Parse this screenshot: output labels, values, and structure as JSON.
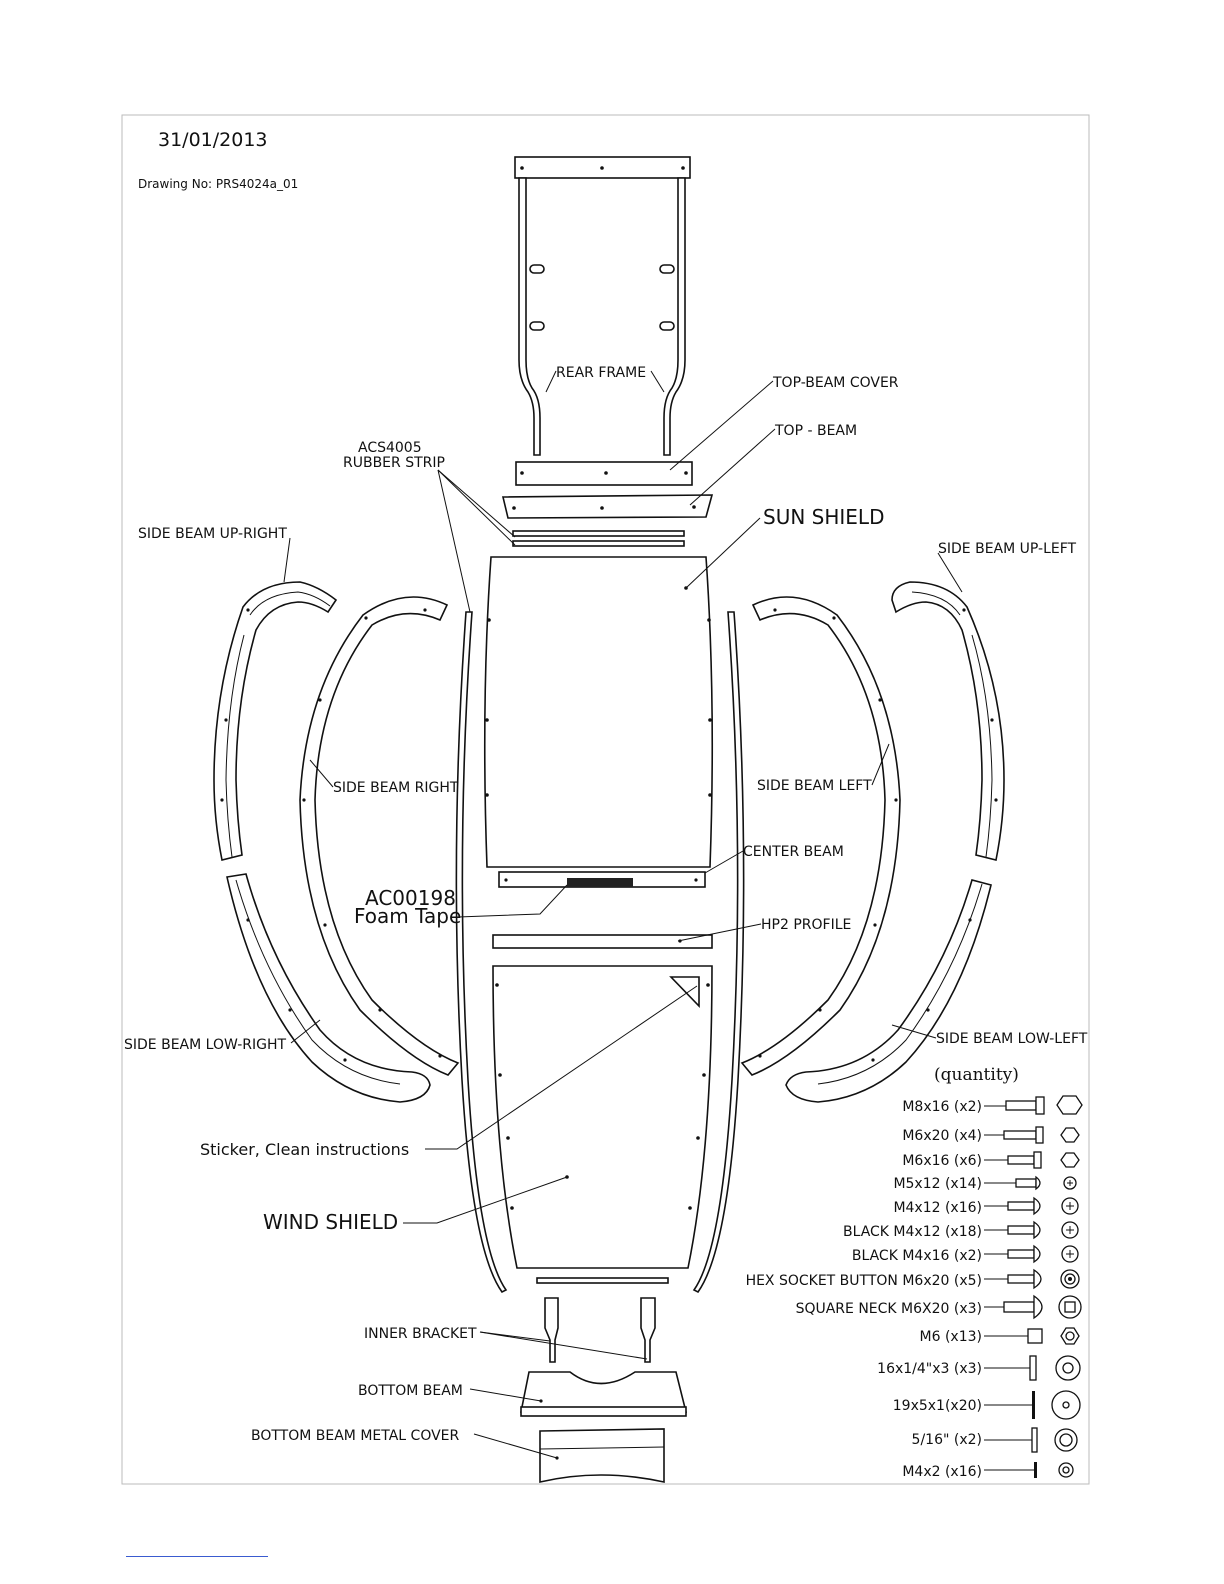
{
  "header": {
    "date": "31/01/2013",
    "drawing_no": "Drawing No: PRS4024a_01"
  },
  "labels": {
    "rear_frame": "REAR FRAME",
    "top_beam_cover": "TOP-BEAM COVER",
    "top_beam": "TOP - BEAM",
    "rubber_strip_code": "ACS4005",
    "rubber_strip": "RUBBER STRIP",
    "sun_shield": "SUN SHIELD",
    "side_beam_up_right": "SIDE BEAM UP-RIGHT",
    "side_beam_up_left": "SIDE BEAM UP-LEFT",
    "side_beam_right": "SIDE BEAM RIGHT",
    "side_beam_left": "SIDE BEAM LEFT",
    "center_beam": "CENTER BEAM",
    "foam_tape_code": "AC00198",
    "foam_tape": "Foam Tape",
    "hp2_profile": "HP2 PROFILE",
    "side_beam_low_right": "SIDE BEAM LOW-RIGHT",
    "side_beam_low_left": "SIDE BEAM LOW-LEFT",
    "sticker": "Sticker, Clean instructions",
    "wind_shield": "WIND SHIELD",
    "inner_bracket": "INNER BRACKET",
    "bottom_beam": "BOTTOM BEAM",
    "bottom_beam_metal_cover": "BOTTOM BEAM METAL COVER"
  },
  "hardware": {
    "heading": "(quantity)",
    "items": [
      {
        "label": "M8x16 (x2)",
        "icon": "hex-head-icon"
      },
      {
        "label": "M6x20 (x4)",
        "icon": "hex-head-icon"
      },
      {
        "label": "M6x16 (x6)",
        "icon": "hex-head-icon"
      },
      {
        "label": "M5x12 (x14)",
        "icon": "cross-head-icon"
      },
      {
        "label": "M4x12 (x16)",
        "icon": "cross-head-icon"
      },
      {
        "label": "BLACK M4x12 (x18)",
        "icon": "cross-head-icon"
      },
      {
        "label": "BLACK M4x16 (x2)",
        "icon": "cross-head-icon"
      },
      {
        "label": "HEX SOCKET BUTTON M6x20 (x5)",
        "icon": "socket-head-icon"
      },
      {
        "label": "SQUARE NECK M6X20 (x3)",
        "icon": "square-neck-icon"
      },
      {
        "label": "M6 (x13)",
        "icon": "nut-icon"
      },
      {
        "label": "16x1/4\"x3  (x3)",
        "icon": "washer-icon"
      },
      {
        "label": "19x5x1(x20)",
        "icon": "washer-icon"
      },
      {
        "label": "5/16\" (x2)",
        "icon": "spring-washer-icon"
      },
      {
        "label": "M4x2  (x16)",
        "icon": "small-washer-icon"
      }
    ]
  }
}
